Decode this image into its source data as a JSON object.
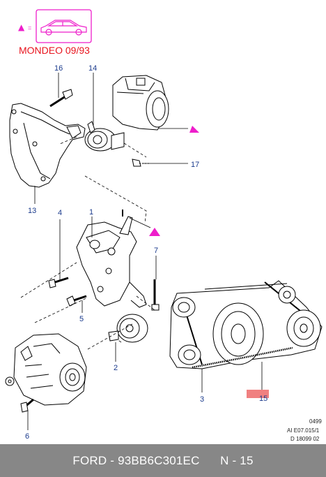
{
  "legend": {
    "marker": "▲",
    "equals": "=",
    "model": "MONDEO 09/93",
    "marker_color": "#ee1ecb",
    "model_color": "#e8141e"
  },
  "callouts": [
    "16",
    "14",
    "17",
    "13",
    "4",
    "1",
    "7",
    "5",
    "2",
    "6",
    "3",
    "15"
  ],
  "highlight_color": "#f08080",
  "refs": {
    "line1": "0499",
    "line2": "AI E07.015/1",
    "line3": "D 18099 02"
  },
  "footer": {
    "brand": "FORD",
    "part_number": "93BB6C301EC",
    "page": "N - 15"
  }
}
